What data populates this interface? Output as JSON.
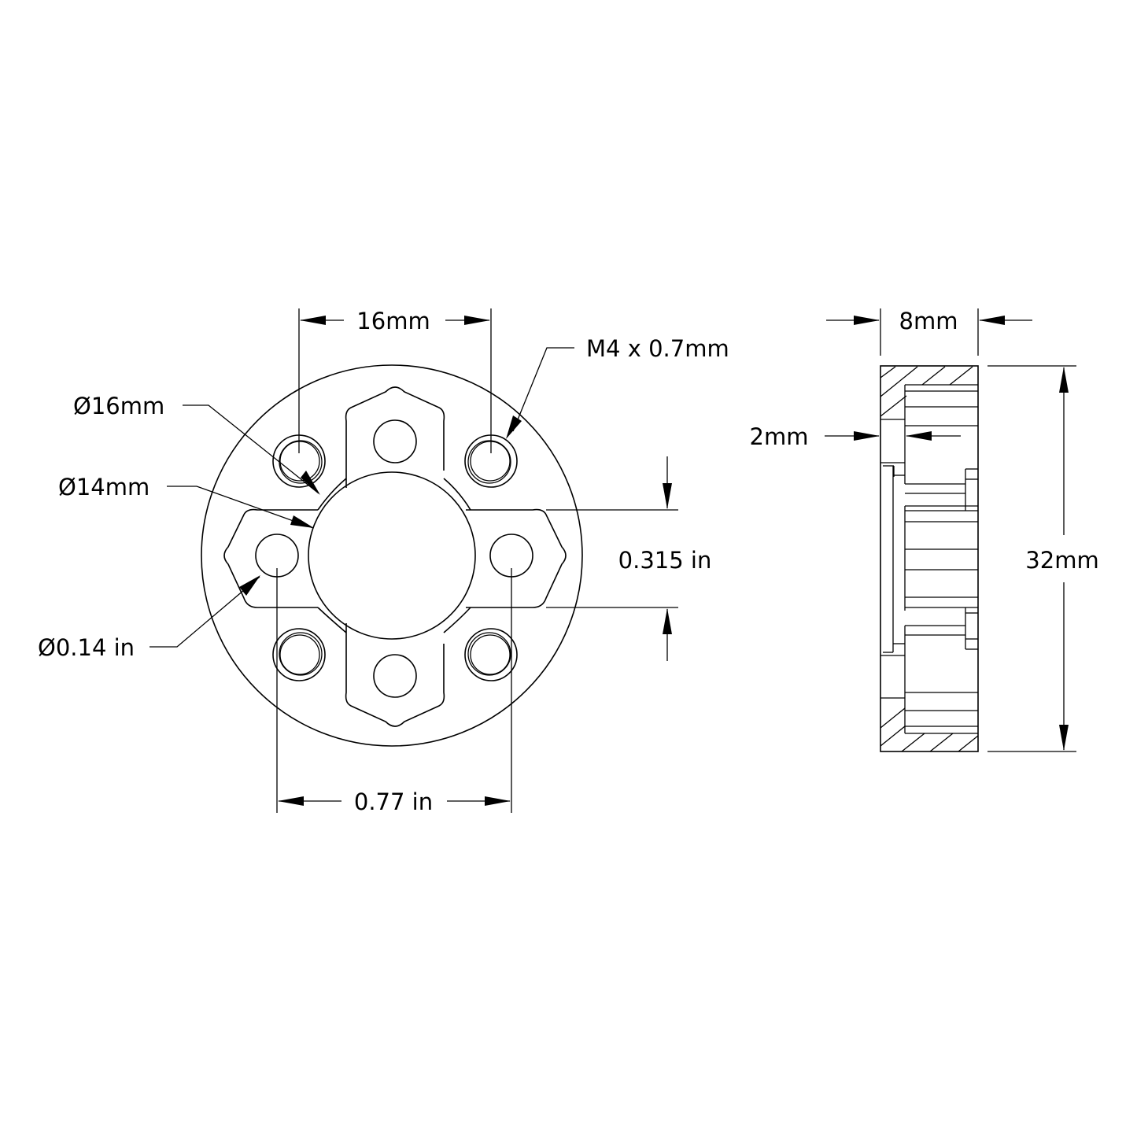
{
  "drawing": {
    "type": "technical-drawing",
    "views": [
      "front-view",
      "side-section-view"
    ],
    "line_color": "#000000",
    "background": "#ffffff"
  },
  "front_view": {
    "dimensions": {
      "bolt_spacing": "16mm",
      "thread": "M4 x 0.7mm",
      "counterbore_diameter": "Ø16mm",
      "bore_diameter": "Ø14mm",
      "hole_diameter": "Ø0.14 in",
      "slot_width": "0.315 in",
      "hole_spacing": "0.77 in"
    }
  },
  "side_view": {
    "dimensions": {
      "thickness": "8mm",
      "flange_thickness": "2mm",
      "outer_diameter": "32mm"
    }
  }
}
